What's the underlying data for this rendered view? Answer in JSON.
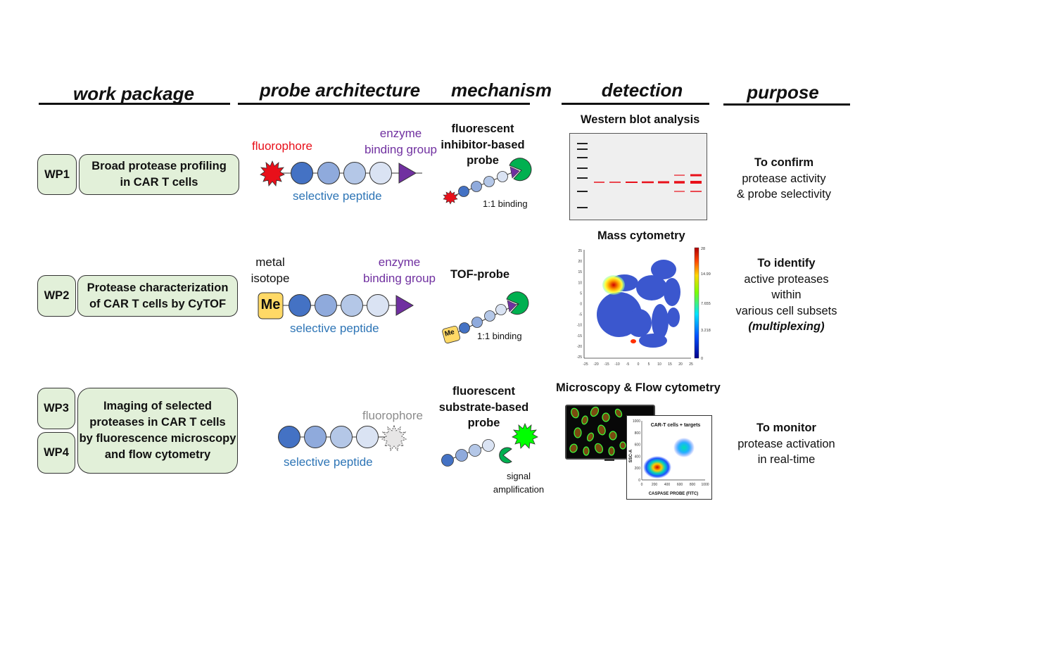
{
  "headers": {
    "work_package": "work package",
    "probe_architecture": "probe architecture",
    "mechanism": "mechanism",
    "detection": "detection",
    "purpose": "purpose"
  },
  "rows": [
    {
      "ids": [
        "WP1"
      ],
      "title_lines": [
        "Broad protease profiling",
        "in CAR T cells"
      ],
      "architecture": {
        "left_label": "fluorophore",
        "right_label_lines": [
          "enzyme",
          "binding group"
        ],
        "peptide_label": "selective peptide"
      },
      "mechanism": {
        "title_lines": [
          "fluorescent",
          "inhibitor-based",
          "probe"
        ],
        "note": "1:1 binding"
      },
      "detection": {
        "title": "Western blot analysis"
      },
      "purpose": {
        "lead": "To confirm",
        "lines": [
          "protease activity",
          "& probe selectivity"
        ]
      }
    },
    {
      "ids": [
        "WP2"
      ],
      "title_lines": [
        "Protease characterization",
        "of CAR T cells by CyTOF"
      ],
      "architecture": {
        "left_label_lines": [
          "metal",
          "isotope"
        ],
        "tag": "Me",
        "right_label_lines": [
          "enzyme",
          "binding group"
        ],
        "peptide_label": "selective peptide"
      },
      "mechanism": {
        "title_lines": [
          "TOF-probe"
        ],
        "tag": "Me",
        "note": "1:1 binding"
      },
      "detection": {
        "title": "Mass cytometry",
        "x_ticks": [
          "-25",
          "-20",
          "-15",
          "-10",
          "-5",
          "0",
          "5",
          "10",
          "15",
          "20",
          "25"
        ],
        "y_ticks": [
          "25",
          "20",
          "15",
          "10",
          "5",
          "0",
          "-5",
          "-10",
          "-15",
          "-20",
          "-25"
        ],
        "colorbar_ticks": [
          "28",
          "14.99",
          "7.655",
          "3.218",
          "0"
        ]
      },
      "purpose": {
        "lead": "To identify",
        "lines": [
          "active proteases",
          "within",
          "various cell subsets"
        ],
        "emph": "(multiplexing)"
      }
    },
    {
      "ids": [
        "WP3",
        "WP4"
      ],
      "title_lines": [
        "Imaging of selected",
        "proteases in CAR T cells",
        "by fluorescence microscopy",
        "and flow cytometry"
      ],
      "architecture": {
        "right_label": "fluorophore",
        "peptide_label": "selective peptide"
      },
      "mechanism": {
        "title_lines": [
          "fluorescent",
          "substrate-based",
          "probe"
        ],
        "note_lines": [
          "signal",
          "amplification"
        ]
      },
      "detection": {
        "title": "Microscopy & Flow cytometry",
        "plot_title": "CAR-T cells + targets",
        "y_label": "SSC-A",
        "x_label": "CASPASE PROBE (FITC)",
        "x_ticks": [
          "0",
          "200",
          "400",
          "600",
          "800",
          "1000"
        ],
        "y_ticks": [
          "1000",
          "800",
          "600",
          "400",
          "200",
          "0"
        ]
      },
      "purpose": {
        "lead": "To monitor",
        "lines": [
          "protease activation",
          "in real-time"
        ]
      }
    }
  ],
  "colors": {
    "wp_fill": "#e2f0d9",
    "fluorophore_red": "#e8101a",
    "label_red": "#e8101a",
    "label_purple": "#7030a0",
    "label_blue": "#2e75b6",
    "label_gray": "#8c8c8c",
    "enzyme_green": "#00b050",
    "me_yellow": "#ffd966",
    "bead_1": "#4472c4",
    "bead_2": "#8faadc",
    "bead_3": "#b4c7e7",
    "bead_4": "#dae3f3"
  }
}
